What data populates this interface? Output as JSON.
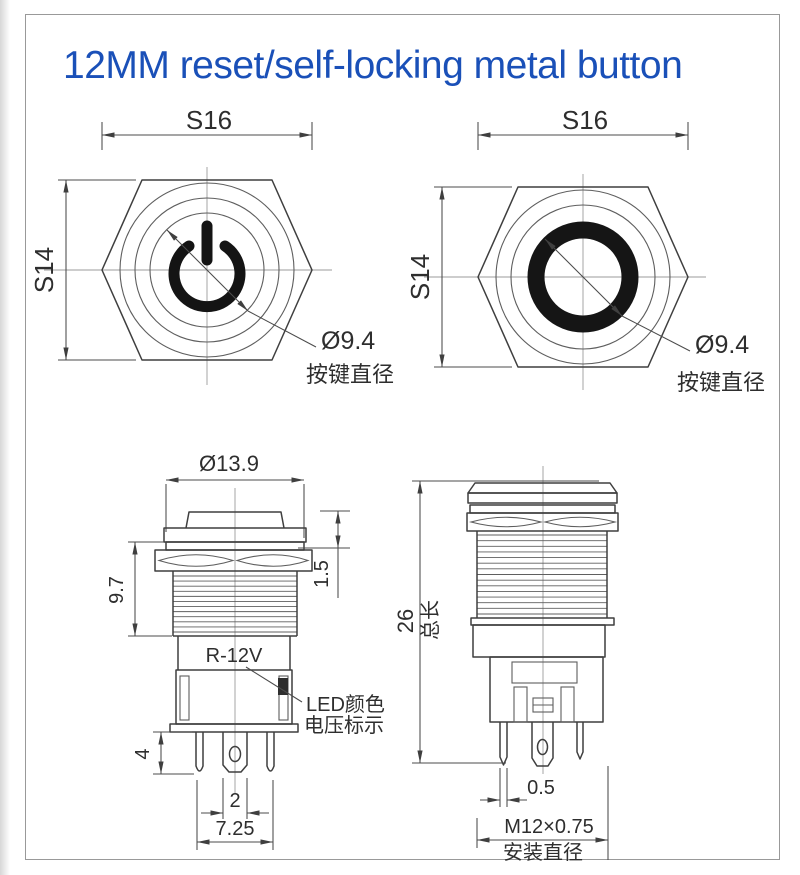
{
  "title": "12MM reset/self-locking metal button",
  "colors": {
    "title_blue": "#1a50b8",
    "line_dark": "#3f3f3f",
    "frame_gray": "#999999"
  },
  "front_view_power": {
    "width_dim": "S16",
    "height_dim": "S14",
    "button_dia": "Ø9.4",
    "button_dia_label": "按键直径"
  },
  "front_view_ring": {
    "width_dim": "S16",
    "height_dim": "S14",
    "button_dia": "Ø9.4",
    "button_dia_label": "按键直径"
  },
  "side_view_reset": {
    "head_dia": "Ø13.9",
    "thread_length": "9.7",
    "head_height": "1.5",
    "body_marking": "R-12V",
    "note_line1": "LED颜色",
    "note_line2": "电压标示",
    "pin_length": "4",
    "pin_pitch": "2",
    "pin_span": "7.25"
  },
  "side_view_locking": {
    "total_length": "26",
    "total_length_label": "总长",
    "pin_thickness": "0.5",
    "thread_spec": "M12×0.75",
    "thread_spec_label": "安装直径"
  }
}
